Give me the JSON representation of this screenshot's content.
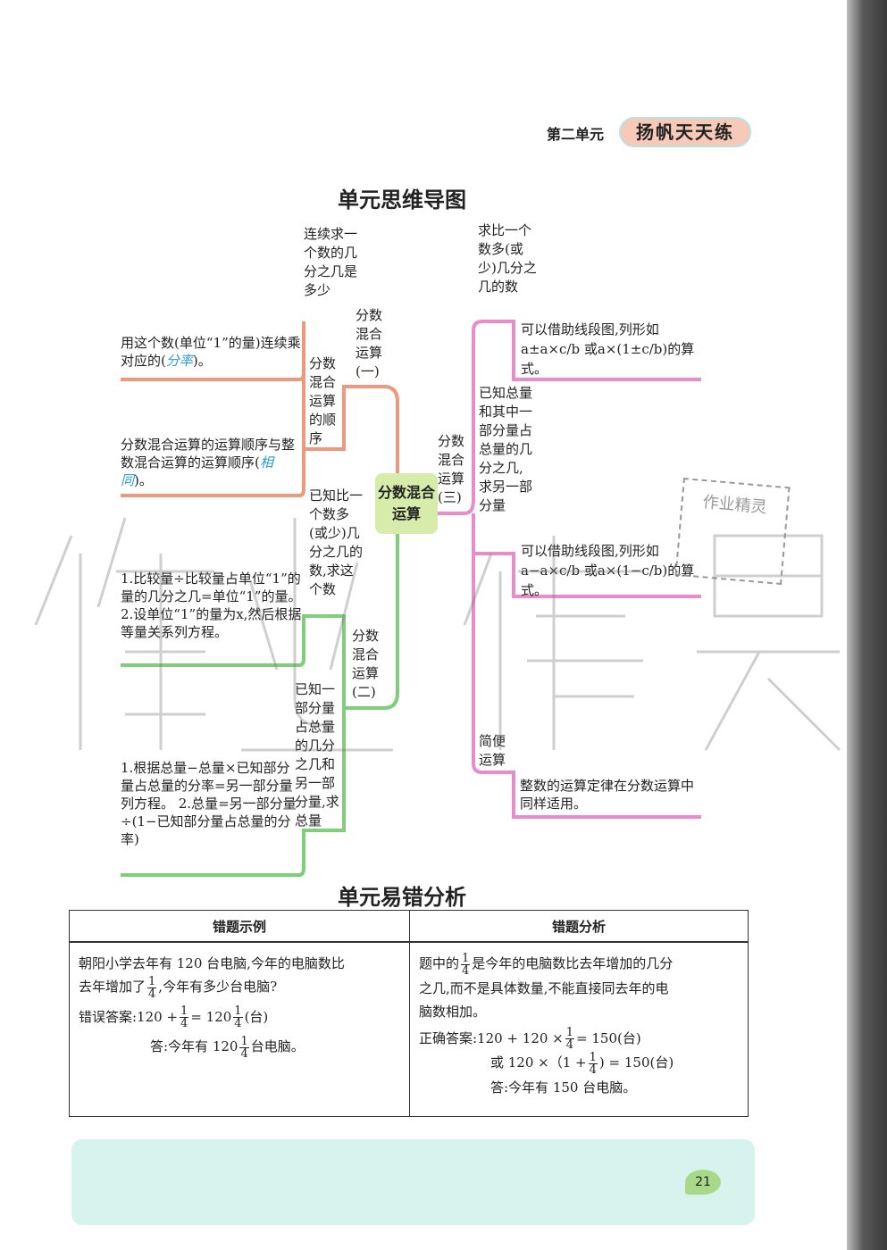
{
  "header": {
    "unit": "第二单元",
    "badge": "扬帆天天练"
  },
  "mindmap": {
    "title": "单元思维导图",
    "center": "分数混合运算",
    "left": {
      "top_label": "连续求一个数的几分之几是多少",
      "branch1": "分数混合运算(一)",
      "branch1_sub": "分数混合运算的顺序",
      "note1_pre": "用这个数(单位“1”的量)连续乘对应的(",
      "note1_fill": "分率",
      "note1_post": ")。",
      "note2_pre": "分数混合运算的运算顺序与整数混合运算的运算顺序(",
      "note2_fill": "相同",
      "note2_post": ")。",
      "mid_label": "已知比一个数多(或少)几分之几的数,求这个数",
      "branch2": "分数混合运算(二)",
      "note3": "1.比较量÷比较量占单位“1”的量的几分之几=单位“1”的量。 2.设单位“1”的量为x,然后根据等量关系列方程。",
      "sub2": "已知一部分量占总量的几分之几和另一部分量,求总量",
      "note4": "1.根据总量−总量×已知部分量占总量的分率=另一部分量列方程。 2.总量=另一部分量÷(1−已知部分量占总量的分率)"
    },
    "right": {
      "top_label": "求比一个数多(或少)几分之几的数",
      "note1": "可以借助线段图,列形如 a±a×c/b 或a×(1±c/b)的算式。",
      "branch3": "分数混合运算(三)",
      "mid_label": "已知总量和其中一部分量占总量的几分之几,求另一部分量",
      "note2": "可以借助线段图,列形如 a−a×c/b 或a×(1−c/b)的算式。",
      "simple": "简便运算",
      "note3": "整数的运算定律在分数运算中同样适用。"
    },
    "stamp": "作业精灵"
  },
  "errors": {
    "title": "单元易错分析",
    "col1": "错题示例",
    "col2": "错题分析",
    "q_line1": "朝阳小学去年有 120 台电脑,今年的电脑数比",
    "q_line2_pre": "去年增加了",
    "q_line2_post": ",今年有多少台电脑?",
    "wrong_pre": "错误答案:120 +",
    "wrong_mid": "= 120",
    "wrong_post": "(台)",
    "wrong_ans_pre": "答:今年有 120",
    "wrong_ans_post": "台电脑。",
    "a_line1_pre": "题中的",
    "a_line1_post": "是今年的电脑数比去年增加的几分",
    "a_line2": "之几,而不是具体数量,不能直接同去年的电",
    "a_line3": "脑数相加。",
    "right_pre": "正确答案:120 + 120 ×",
    "right_post": "= 150(台)",
    "alt_pre": "或 120 ×（1 +",
    "alt_post": ") = 150(台)",
    "right_ans": "答:今年有 150 台电脑。",
    "frac_num": "1",
    "frac_den": "4"
  },
  "footer": {
    "page": "21"
  }
}
